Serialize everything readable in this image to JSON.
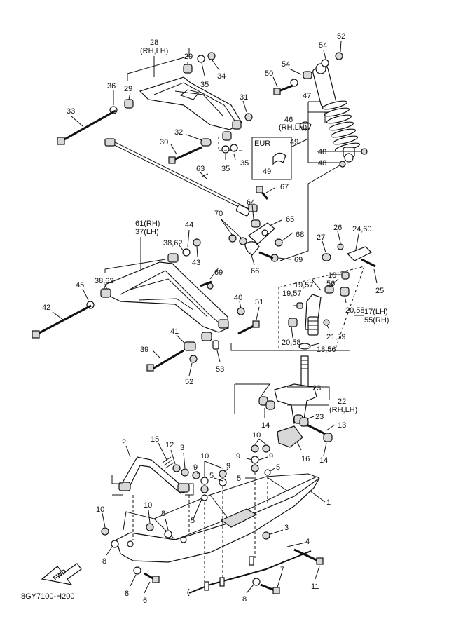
{
  "drawing_code": "8GY7100-H200",
  "fwd_label": "FWD",
  "eur_label": "EUR",
  "eur_part": "49",
  "callouts": [
    {
      "id": "c28a",
      "text": "28"
    },
    {
      "id": "c28b",
      "text": "(RH,LH)"
    },
    {
      "id": "c29a",
      "text": "29"
    },
    {
      "id": "c29b",
      "text": "29"
    },
    {
      "id": "c34",
      "text": "34"
    },
    {
      "id": "c35a",
      "text": "35"
    },
    {
      "id": "c36",
      "text": "36"
    },
    {
      "id": "c33",
      "text": "33"
    },
    {
      "id": "c31",
      "text": "31"
    },
    {
      "id": "c32",
      "text": "32"
    },
    {
      "id": "c30",
      "text": "30"
    },
    {
      "id": "c35b",
      "text": "35"
    },
    {
      "id": "c35c",
      "text": "35"
    },
    {
      "id": "c52a",
      "text": "52"
    },
    {
      "id": "c54a",
      "text": "54"
    },
    {
      "id": "c54b",
      "text": "54"
    },
    {
      "id": "c50",
      "text": "50"
    },
    {
      "id": "c47",
      "text": "47"
    },
    {
      "id": "c46a",
      "text": "46"
    },
    {
      "id": "c46b",
      "text": "(RH,LH)"
    },
    {
      "id": "c49a",
      "text": "49"
    },
    {
      "id": "c48a",
      "text": "48"
    },
    {
      "id": "c48b",
      "text": "48"
    },
    {
      "id": "c63",
      "text": "63"
    },
    {
      "id": "c67",
      "text": "67"
    },
    {
      "id": "c64",
      "text": "64"
    },
    {
      "id": "c65",
      "text": "65"
    },
    {
      "id": "c68",
      "text": "68"
    },
    {
      "id": "c70",
      "text": "70"
    },
    {
      "id": "c66",
      "text": "66"
    },
    {
      "id": "c69a",
      "text": "69"
    },
    {
      "id": "c69b",
      "text": "69"
    },
    {
      "id": "c61",
      "text": "61(RH)"
    },
    {
      "id": "c37",
      "text": "37(LH)"
    },
    {
      "id": "c44",
      "text": "44"
    },
    {
      "id": "c3862a",
      "text": "38,62"
    },
    {
      "id": "c43",
      "text": "43"
    },
    {
      "id": "c45",
      "text": "45"
    },
    {
      "id": "c3862b",
      "text": "38,62"
    },
    {
      "id": "c42",
      "text": "42"
    },
    {
      "id": "c40",
      "text": "40"
    },
    {
      "id": "c51",
      "text": "51"
    },
    {
      "id": "c41",
      "text": "41"
    },
    {
      "id": "c39",
      "text": "39"
    },
    {
      "id": "c52b",
      "text": "52"
    },
    {
      "id": "c53",
      "text": "53"
    },
    {
      "id": "c26",
      "text": "26"
    },
    {
      "id": "c2460",
      "text": "24,60"
    },
    {
      "id": "c27",
      "text": "27"
    },
    {
      "id": "c18",
      "text": "18"
    },
    {
      "id": "c1957a",
      "text": "19,57"
    },
    {
      "id": "c56",
      "text": "56"
    },
    {
      "id": "c25",
      "text": "25"
    },
    {
      "id": "c1957b",
      "text": "19,57"
    },
    {
      "id": "c2058a",
      "text": "20,58"
    },
    {
      "id": "c17",
      "text": "17(LH)"
    },
    {
      "id": "c55",
      "text": "55(RH)"
    },
    {
      "id": "c2159",
      "text": "21,59"
    },
    {
      "id": "c2058b",
      "text": "20,58"
    },
    {
      "id": "c1856",
      "text": "18,56"
    },
    {
      "id": "c23a",
      "text": "23"
    },
    {
      "id": "c22a",
      "text": "22"
    },
    {
      "id": "c22b",
      "text": "(RH,LH)"
    },
    {
      "id": "c23b",
      "text": "23"
    },
    {
      "id": "c14a",
      "text": "14"
    },
    {
      "id": "c13",
      "text": "13"
    },
    {
      "id": "c16",
      "text": "16"
    },
    {
      "id": "c14b",
      "text": "14"
    },
    {
      "id": "c2",
      "text": "2"
    },
    {
      "id": "c15",
      "text": "15"
    },
    {
      "id": "c12",
      "text": "12"
    },
    {
      "id": "c3a",
      "text": "3"
    },
    {
      "id": "c10a",
      "text": "10"
    },
    {
      "id": "c9a",
      "text": "9"
    },
    {
      "id": "c5a",
      "text": "5"
    },
    {
      "id": "c9b",
      "text": "9"
    },
    {
      "id": "c10b",
      "text": "10"
    },
    {
      "id": "c9c",
      "text": "9"
    },
    {
      "id": "c9d",
      "text": "9"
    },
    {
      "id": "c5b",
      "text": "5"
    },
    {
      "id": "c5c",
      "text": "5"
    },
    {
      "id": "c1",
      "text": "1"
    },
    {
      "id": "c10c",
      "text": "10"
    },
    {
      "id": "c10d",
      "text": "10"
    },
    {
      "id": "c8a",
      "text": "8"
    },
    {
      "id": "c5d",
      "text": "5"
    },
    {
      "id": "c3b",
      "text": "3"
    },
    {
      "id": "c4",
      "text": "4"
    },
    {
      "id": "c8b",
      "text": "8"
    },
    {
      "id": "c7",
      "text": "7"
    },
    {
      "id": "c11",
      "text": "11"
    },
    {
      "id": "c8c",
      "text": "8"
    },
    {
      "id": "c6",
      "text": "6"
    },
    {
      "id": "c8d",
      "text": "8"
    }
  ]
}
